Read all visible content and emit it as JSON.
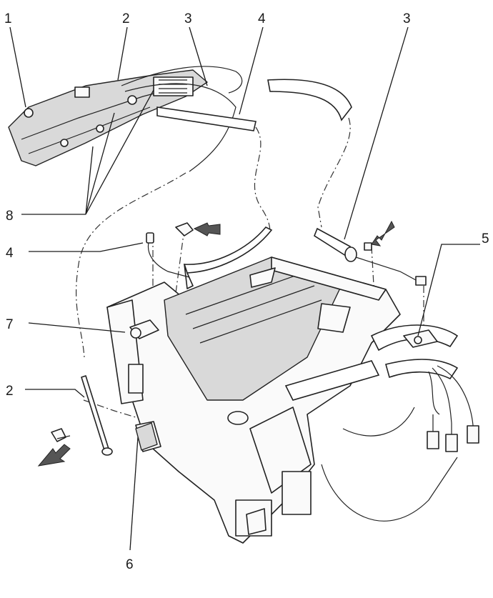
{
  "callouts": {
    "c1": "1",
    "c2_top": "2",
    "c3_top": "3",
    "c4_top": "4",
    "c3_right": "3",
    "c8": "8",
    "c5": "5",
    "c4_mid": "4",
    "c7": "7",
    "c2_left": "2",
    "c6": "6"
  }
}
